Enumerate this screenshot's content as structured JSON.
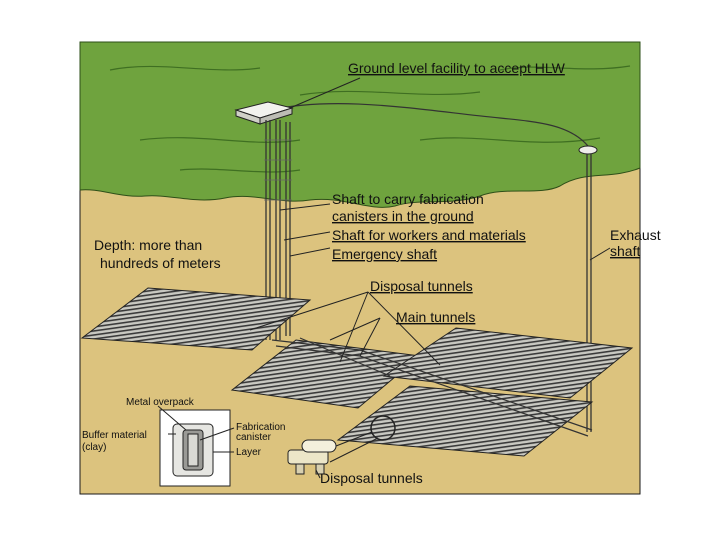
{
  "labels": {
    "ground_facility": "Ground level facility to accept HLW",
    "shaft_fabrication_1": "Shaft to carry fabrication",
    "shaft_fabrication_2": "canisters in the ground",
    "shaft_workers": "Shaft for workers and materials",
    "emergency_shaft": "Emergency shaft",
    "depth_1": "Depth: more than",
    "depth_2": "hundreds of meters",
    "exhaust_1": "Exhaust",
    "exhaust_2": "shaft",
    "disposal_tunnels_top": "Disposal tunnels",
    "main_tunnels": "Main tunnels",
    "disposal_tunnels_bottom": "Disposal tunnels"
  },
  "inset": {
    "metal_overpack": "Metal overpack",
    "buffer_1": "Buffer material",
    "buffer_2": "(clay)",
    "fabrication_1": "Fabrication",
    "fabrication_2": "canister",
    "layer": "Layer"
  },
  "colors": {
    "ground": "#dcc37e",
    "surface": "#6fa33e",
    "surface_dark": "#3f6f22",
    "panel": "#b8b8b0",
    "outline": "#1a1a1a"
  }
}
